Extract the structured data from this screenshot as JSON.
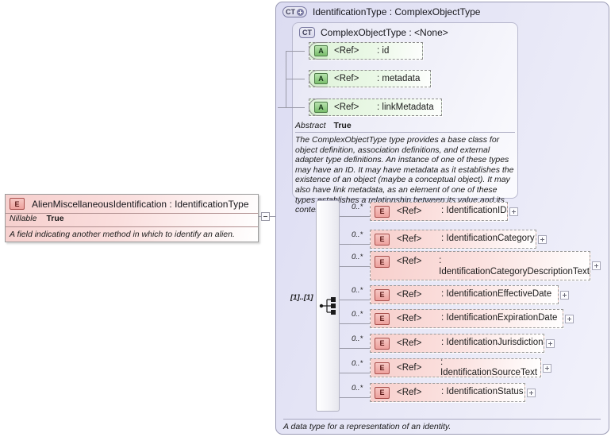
{
  "diagram": {
    "kind": "xsd-schema-diagram",
    "colors": {
      "element_pink": "#f7cfcc",
      "attribute_green": "#dff3da",
      "panel_lavender": "#e0e0f2",
      "border_gray": "#9a9a9a"
    }
  },
  "complex_type_panel": {
    "badge": "CT",
    "badge_icon": "ct-plus-icon",
    "title": "IdentificationType : ComplexObjectType",
    "documentation": "A data type for a representation of an identity."
  },
  "base_type_panel": {
    "badge": "CT",
    "title": "ComplexObjectType : <None>",
    "abstract_label": "Abstract",
    "abstract_value": "True",
    "documentation": "The ComplexObjectType type provides a base class for object definition, association definitions, and external adapter type definitions. An instance of one of these types may have an ID. It may have metadata as it establishes the existence of an object (maybe a conceptual object). It may also have link metadata, as an element of one of these types establishes a relationship between its value and its context.",
    "attributes": [
      {
        "badge": "A",
        "ref": "<Ref>",
        "name": ": id"
      },
      {
        "badge": "A",
        "ref": "<Ref>",
        "name": ": metadata"
      },
      {
        "badge": "A",
        "ref": "<Ref>",
        "name": ": linkMetadata"
      }
    ]
  },
  "source_element": {
    "badge": "E",
    "title": "AlienMiscellaneousIdentification : IdentificationType",
    "property_label": "Nillable",
    "property_value": "True",
    "documentation": "A field indicating another method in which to identify an alien."
  },
  "compositor": {
    "symbol": "all-compositor-icon",
    "cardinality": "[1]..[1]"
  },
  "elements": [
    {
      "badge": "E",
      "occurs": "0..*",
      "ref": "<Ref>",
      "name": ": IdentificationID",
      "expandable": true
    },
    {
      "badge": "E",
      "occurs": "0..*",
      "ref": "<Ref>",
      "name": ": IdentificationCategory",
      "expandable": true
    },
    {
      "badge": "E",
      "occurs": "0..*",
      "ref": "<Ref>",
      "name": ": IdentificationCategoryDescriptionText",
      "expandable": true
    },
    {
      "badge": "E",
      "occurs": "0..*",
      "ref": "<Ref>",
      "name": ": IdentificationEffectiveDate",
      "expandable": true
    },
    {
      "badge": "E",
      "occurs": "0..*",
      "ref": "<Ref>",
      "name": ": IdentificationExpirationDate",
      "expandable": true
    },
    {
      "badge": "E",
      "occurs": "0..*",
      "ref": "<Ref>",
      "name": ": IdentificationJurisdiction",
      "expandable": true
    },
    {
      "badge": "E",
      "occurs": "0..*",
      "ref": "<Ref>",
      "name": ": IdentificationSourceText",
      "expandable": true
    },
    {
      "badge": "E",
      "occurs": "0..*",
      "ref": "<Ref>",
      "name": ": IdentificationStatus",
      "expandable": true
    }
  ]
}
